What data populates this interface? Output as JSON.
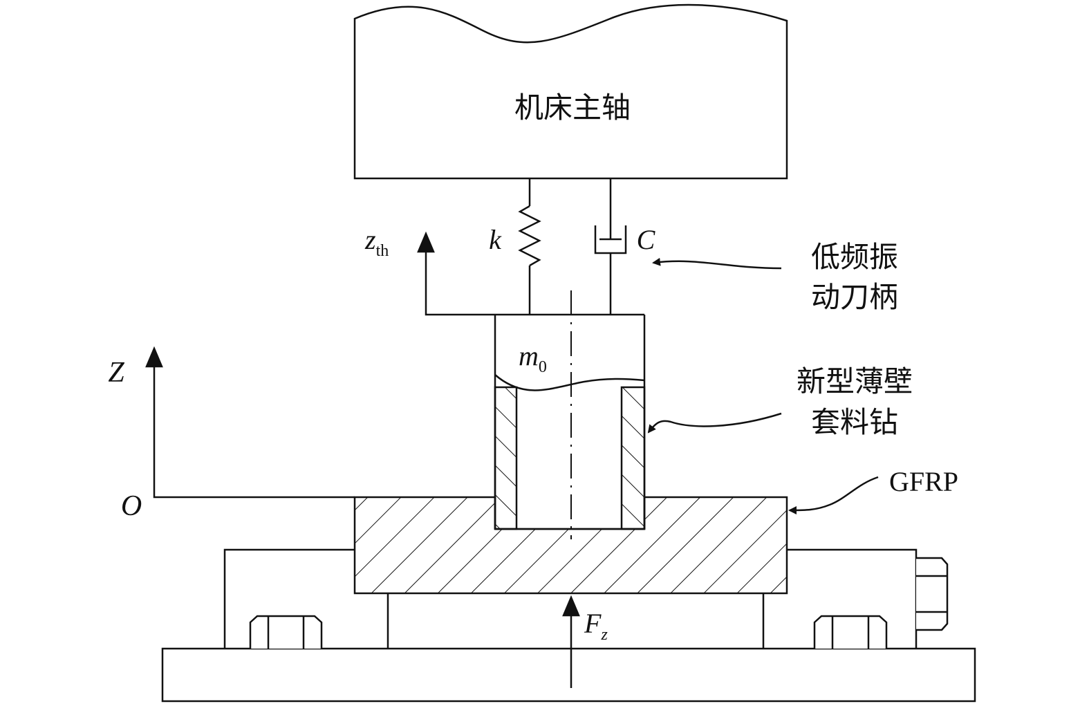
{
  "labels": {
    "spindle": "机床主轴",
    "spring": "k",
    "damper": "C",
    "tool_holder_line1": "低频振",
    "tool_holder_line2": "动刀柄",
    "z_th_main": "z",
    "z_th_sub": "th",
    "mass_main": "m",
    "mass_sub": "0",
    "axis_z": "Z",
    "origin": "O",
    "drill_line1": "新型薄壁",
    "drill_line2": "套料钻",
    "material": "GFRP",
    "force_main": "F",
    "force_sub": "z"
  },
  "colors": {
    "stroke": "#111111",
    "background": "#ffffff"
  }
}
